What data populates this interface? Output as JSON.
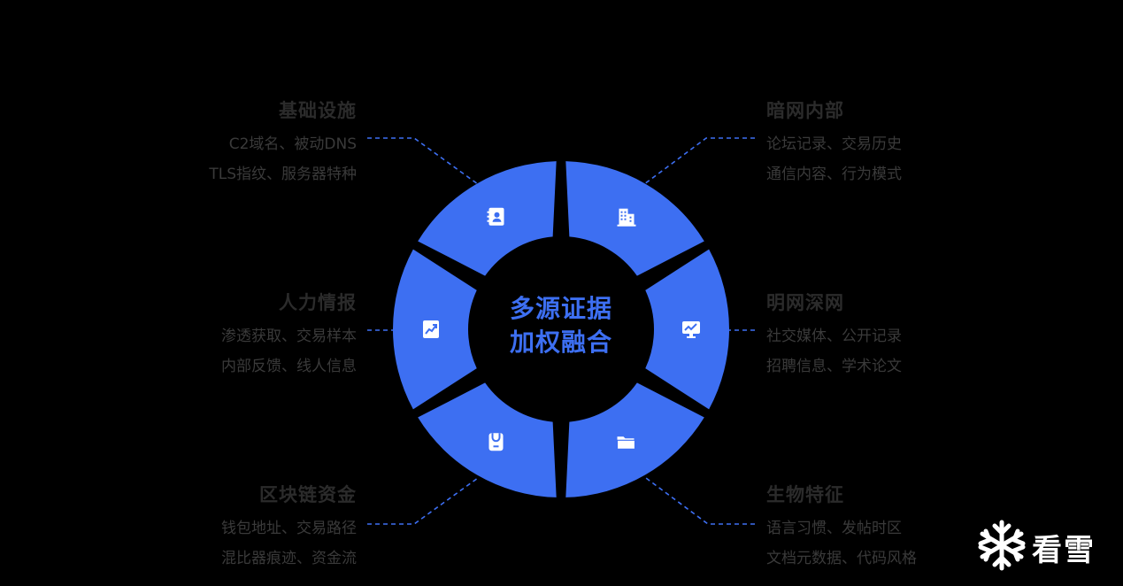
{
  "center": {
    "line1": "多源证据",
    "line2": "加权融合"
  },
  "segments": [
    {
      "id": "infrastructure",
      "icon": "building-icon",
      "title": "基础设施",
      "lines": [
        "C2域名、被动DNS",
        "TLS指纹、服务器特种"
      ]
    },
    {
      "id": "darkweb",
      "icon": "monitor-chart-icon",
      "title": "暗网内部",
      "lines": [
        "论坛记录、交易历史",
        "通信内容、行为模式"
      ]
    },
    {
      "id": "openweb",
      "icon": "folder-icon",
      "title": "明网深网",
      "lines": [
        "社交媒体、公开记录",
        "招聘信息、学术论文"
      ]
    },
    {
      "id": "biometrics",
      "icon": "badge-icon",
      "title": "生物特征",
      "lines": [
        "语言习惯、发帖时区",
        "文档元数据、代码风格"
      ]
    },
    {
      "id": "blockchain",
      "icon": "trend-chart-icon",
      "title": "区块链资金",
      "lines": [
        "钱包地址、交易路径",
        "混比器痕迹、资金流"
      ]
    },
    {
      "id": "humint",
      "icon": "contact-book-icon",
      "title": "人力情报",
      "lines": [
        "渗透获取、交易样本",
        "内部反馈、线人信息"
      ]
    }
  ],
  "watermark": {
    "text": "看雪",
    "icon": "snowflake-icon"
  },
  "colors": {
    "ring": "#3d6ff2",
    "center_text": "#3d6ff2",
    "dash": "#3d6ff2",
    "background": "#000000"
  }
}
